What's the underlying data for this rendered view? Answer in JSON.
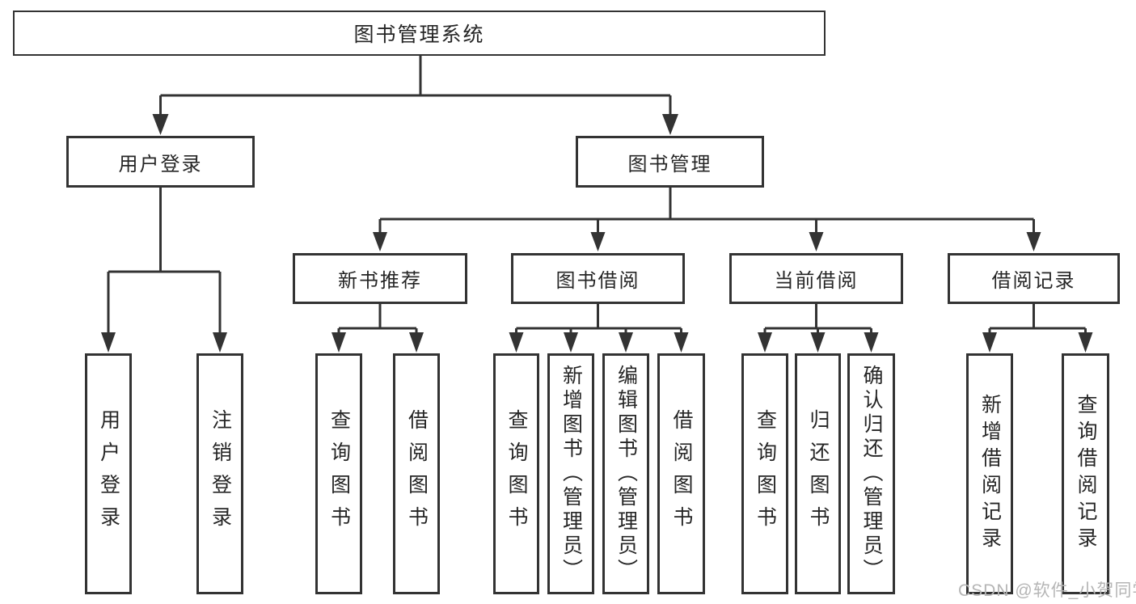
{
  "colors": {
    "line": "#333333",
    "text": "#262626",
    "box-bg": "#ffffff",
    "watermark": "#b5b5b5"
  },
  "watermark": "CSDN @软件_小贺同学",
  "tree": {
    "label": "图书管理系统",
    "children": [
      {
        "label": "用户登录",
        "children": [
          {
            "label": "用户登录"
          },
          {
            "label": "注销登录"
          }
        ]
      },
      {
        "label": "图书管理",
        "children": [
          {
            "label": "新书推荐",
            "children": [
              {
                "label": "查询图书"
              },
              {
                "label": "借阅图书"
              }
            ]
          },
          {
            "label": "图书借阅",
            "children": [
              {
                "label": "查询图书"
              },
              {
                "label": "新增图书（管理员）"
              },
              {
                "label": "编辑图书（管理员）"
              },
              {
                "label": "借阅图书"
              }
            ]
          },
          {
            "label": "当前借阅",
            "children": [
              {
                "label": "查询图书"
              },
              {
                "label": "归还图书"
              },
              {
                "label": "确认归还（管理员）"
              }
            ]
          },
          {
            "label": "借阅记录",
            "children": [
              {
                "label": "新增借阅记录"
              },
              {
                "label": "查询借阅记录"
              }
            ]
          }
        ]
      }
    ]
  }
}
